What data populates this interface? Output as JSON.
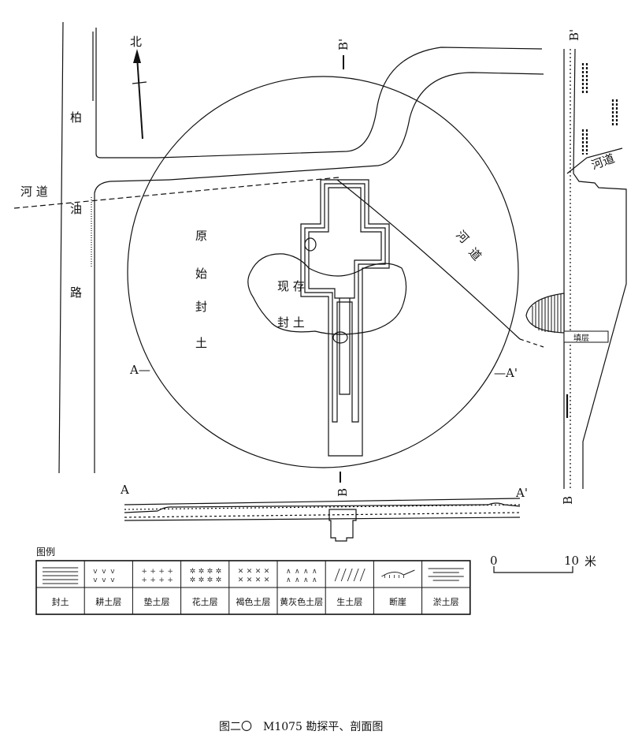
{
  "diagram": {
    "north": "北",
    "road_chars": [
      "柏",
      "油",
      "路"
    ],
    "river_left": "河 道",
    "river_mid": [
      "河",
      "道"
    ],
    "river_right": "河道",
    "mound_original": [
      "原",
      "始",
      "封",
      "土"
    ],
    "mound_existing": [
      "现 存",
      "封 土"
    ],
    "section_marks": {
      "a_left": "A—",
      "a_right": "—A'",
      "b_top": "B'",
      "b_bottom": "B",
      "right_b_top": "B'",
      "right_b_bottom": "B",
      "profile_a": "A",
      "profile_a_prime": "A'"
    },
    "small_label": "填层"
  },
  "legend": {
    "title": "图例",
    "items": [
      {
        "name": "封土",
        "pattern": "hlines"
      },
      {
        "name": "耕土层",
        "pattern": "v"
      },
      {
        "name": "垫土层",
        "pattern": "plus"
      },
      {
        "name": "花土层",
        "pattern": "star"
      },
      {
        "name": "褐色土层",
        "pattern": "cross"
      },
      {
        "name": "黄灰色土层",
        "pattern": "caret"
      },
      {
        "name": "生土层",
        "pattern": "slash"
      },
      {
        "name": "断崖",
        "pattern": "cliff"
      },
      {
        "name": "淤土层",
        "pattern": "dash"
      }
    ]
  },
  "scale": {
    "start": "0",
    "end": "10",
    "unit": "米"
  },
  "caption": "图二〇　M1075 勘探平、剖面图"
}
